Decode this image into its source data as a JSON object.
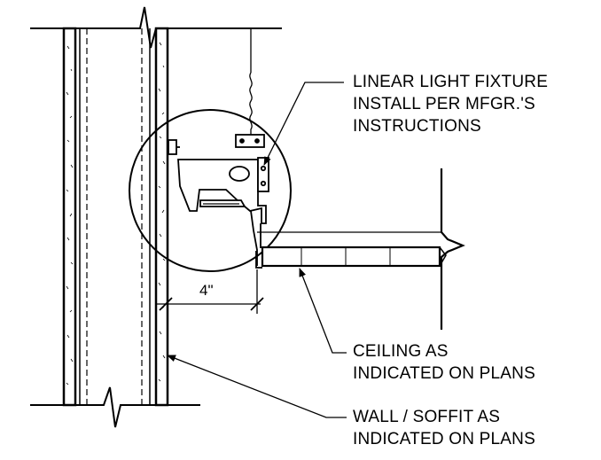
{
  "notes": {
    "fixture": {
      "line1": "LINEAR LIGHT FIXTURE",
      "line2": "INSTALL PER MFGR.'S",
      "line3": "INSTRUCTIONS"
    },
    "ceiling": {
      "line1": "CEILING AS",
      "line2": "INDICATED ON PLANS"
    },
    "wall": {
      "line1": "WALL / SOFFIT AS",
      "line2": "INDICATED ON PLANS"
    }
  },
  "dimension": {
    "offset": "4\""
  },
  "colors": {
    "line": "#000000",
    "background": "#ffffff"
  }
}
